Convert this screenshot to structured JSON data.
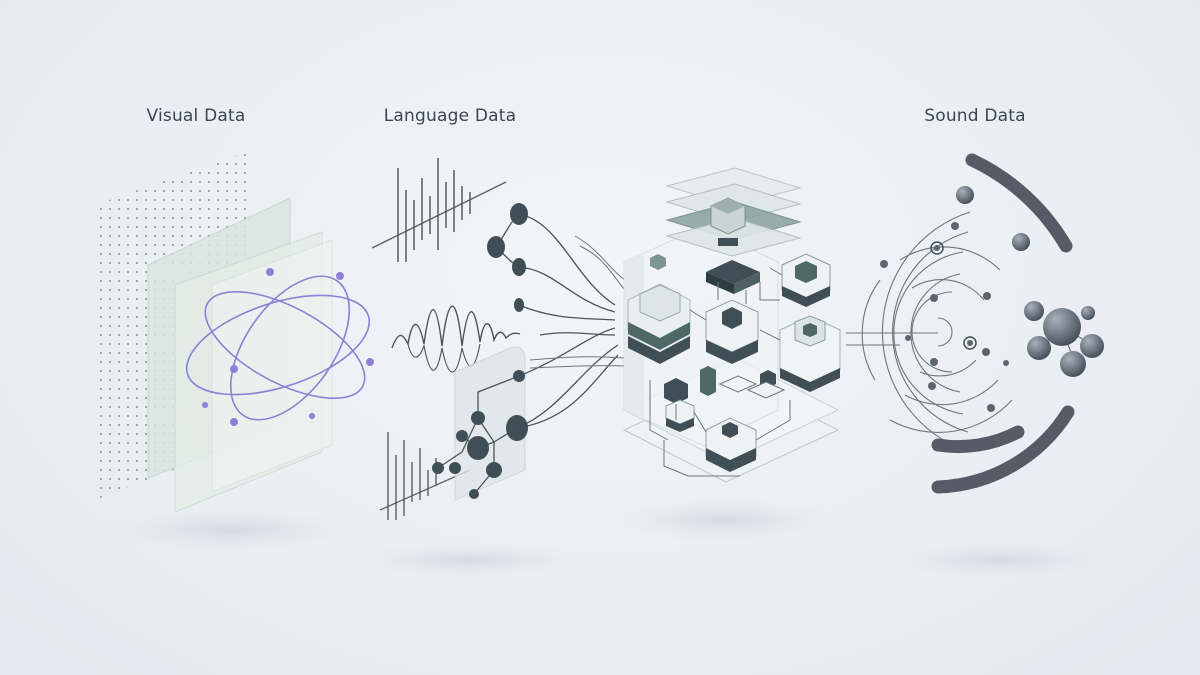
{
  "sections": {
    "visual": {
      "label": "Visual Data"
    },
    "language": {
      "label": "Language Data"
    },
    "sound": {
      "label": "Sound Data"
    }
  },
  "colors": {
    "background": "#eef2f6",
    "dark": "#3f4f55",
    "teal_dark": "#4e6866",
    "purple": "#8f7fd6",
    "panel_green": "#dde8e2",
    "line": "#5b6b70",
    "sphere": "#6d7681",
    "arc": "#555c66"
  },
  "icons": [
    "dot-grid-icon",
    "orbit-icon",
    "waveform-icon",
    "node-graph-icon",
    "server-stack-icon",
    "radial-wave-icon",
    "sphere-cluster-icon"
  ]
}
